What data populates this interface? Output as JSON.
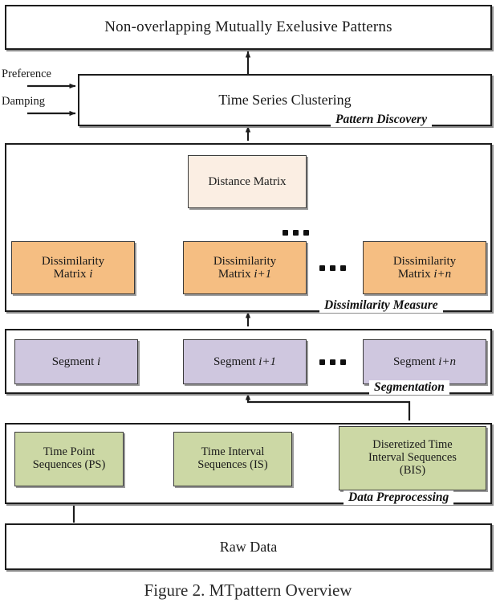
{
  "figure": {
    "caption": "Figure 2. MTpattern Overview",
    "colors": {
      "orange": "#F5BE82",
      "peach": "#FBEEE3",
      "lavender": "#CFC7DF",
      "green": "#CCD8A5",
      "stroke": "#1C1C1C",
      "node_stroke": "#3A3A3A",
      "background": "#FFFFFF"
    }
  },
  "output": {
    "label": "Non-overlapping Mutually Exelusive Patterns"
  },
  "pattern_discovery": {
    "stage_label": "Pattern Discovery",
    "node": "Time Series Clustering",
    "inputs": [
      {
        "label": "Preference"
      },
      {
        "label": "Damping"
      }
    ]
  },
  "dissimilarity_measure": {
    "stage_label": "Dissimilarity Measure",
    "aggregate_node": "Distance Matrix",
    "matrices": [
      {
        "line1": "Dissimilarity",
        "line2": "Matrix ",
        "index": "i"
      },
      {
        "line1": "Dissimilarity",
        "line2": "Matrix ",
        "index": "i+1"
      },
      {
        "line1": "Dissimilarity",
        "line2": "Matrix ",
        "index": "i+n"
      }
    ],
    "ellipsis": "..."
  },
  "segmentation": {
    "stage_label": "Segmentation",
    "segments": [
      {
        "prefix": "Segment ",
        "index": "i"
      },
      {
        "prefix": "Segment ",
        "index": "i+1"
      },
      {
        "prefix": "Segment ",
        "index": "i+n"
      }
    ],
    "ellipsis": "..."
  },
  "data_preprocessing": {
    "stage_label": "Data Preprocessing",
    "nodes": [
      {
        "line1": "Time Point",
        "line2": "Sequences (PS)",
        "line3": ""
      },
      {
        "line1": "Time Interval",
        "line2": "Sequences (IS)",
        "line3": ""
      },
      {
        "line1": "Diseretized Time",
        "line2": "Interval Sequences",
        "line3": "(BIS)"
      }
    ]
  },
  "raw_data": {
    "label": "Raw Data"
  }
}
